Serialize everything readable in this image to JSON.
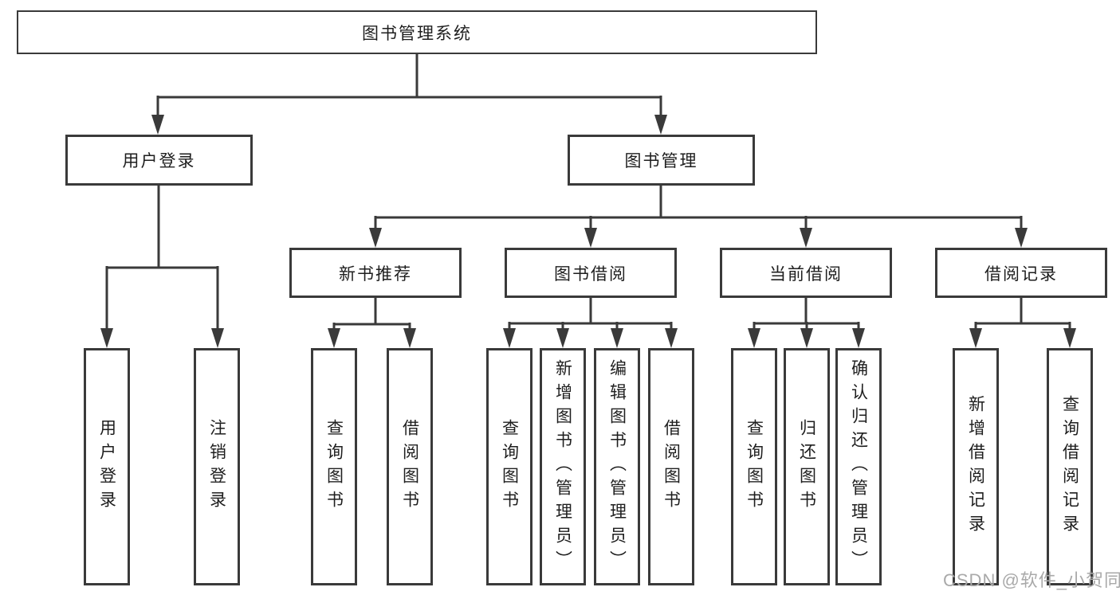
{
  "tree": {
    "root": "图书管理系统",
    "login": {
      "label": "用户登录",
      "leaves": [
        "用户登录",
        "注销登录"
      ]
    },
    "mgmt": {
      "label": "图书管理",
      "children": [
        {
          "label": "新书推荐",
          "leaves": [
            "查询图书",
            "借阅图书"
          ]
        },
        {
          "label": "图书借阅",
          "leaves": [
            "查询图书",
            "新增图书（管理员）",
            "编辑图书（管理员）",
            "借阅图书"
          ]
        },
        {
          "label": "当前借阅",
          "leaves": [
            "查询图书",
            "归还图书",
            "确认归还（管理员）"
          ]
        },
        {
          "label": "借阅记录",
          "leaves": [
            "新增借阅记录",
            "查询借阅记录"
          ]
        }
      ]
    }
  },
  "watermark": "CSDN @软件_小贺同学",
  "colors": {
    "line": "#3a3a3a",
    "text": "#1e1e1e",
    "watermark": "#a9a9a9"
  }
}
